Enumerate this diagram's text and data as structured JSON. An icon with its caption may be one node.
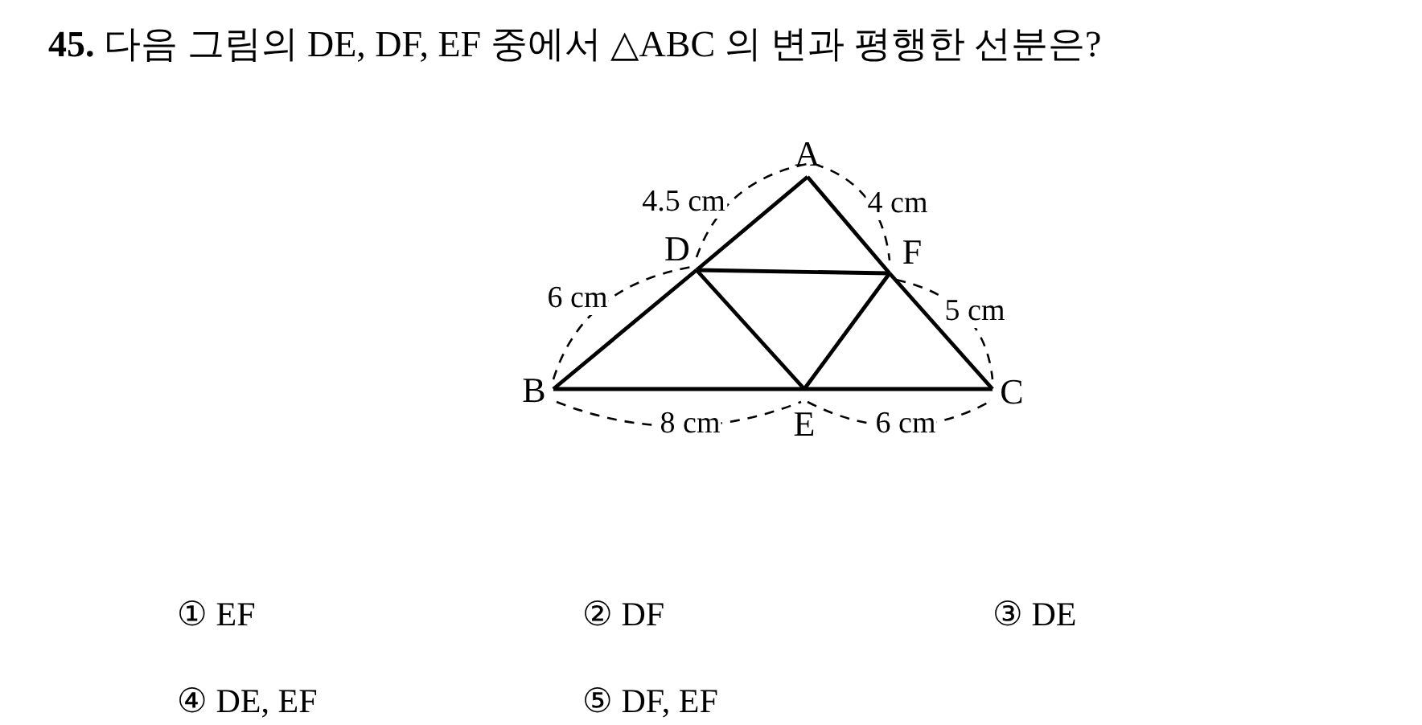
{
  "diagram": {
    "title": "**45.** 다음 그림의 DE, DF, EF 중에서 △ABC 의 변과 평행한 선분은?",
    "nodes": [
      {
        "text": [
          "A"
        ]
      },
      {
        "text": [
          "D"
        ]
      },
      {
        "text": [
          "F"
        ]
      },
      {
        "text": [
          "B"
        ]
      },
      {
        "text": [
          "E"
        ]
      },
      {
        "text": [
          "C"
        ]
      }
    ],
    "edges": [
      {
        "from": 0,
        "to": 1,
        "arrow": "none"
      },
      {
        "from": 1,
        "to": 3,
        "arrow": "none"
      },
      {
        "from": 0,
        "to": 2,
        "arrow": "none"
      },
      {
        "from": 2,
        "to": 5,
        "arrow": "none"
      },
      {
        "from": 3,
        "to": 4,
        "arrow": "none"
      },
      {
        "from": 4,
        "to": 5,
        "arrow": "none"
      },
      {
        "from": 1,
        "to": 2,
        "arrow": "none"
      },
      {
        "from": 1,
        "to": 4,
        "arrow": "none"
      },
      {
        "from": 4,
        "to": 2,
        "arrow": "none"
      }
    ],
    "labels": [
      "4.5 cm",
      "4 cm",
      "6 cm",
      "5 cm",
      "8 cm",
      "6 cm",
      "① EF",
      "② DF",
      "③ DE",
      "④ DE, EF",
      "⑤ DF, EF"
    ]
  }
}
